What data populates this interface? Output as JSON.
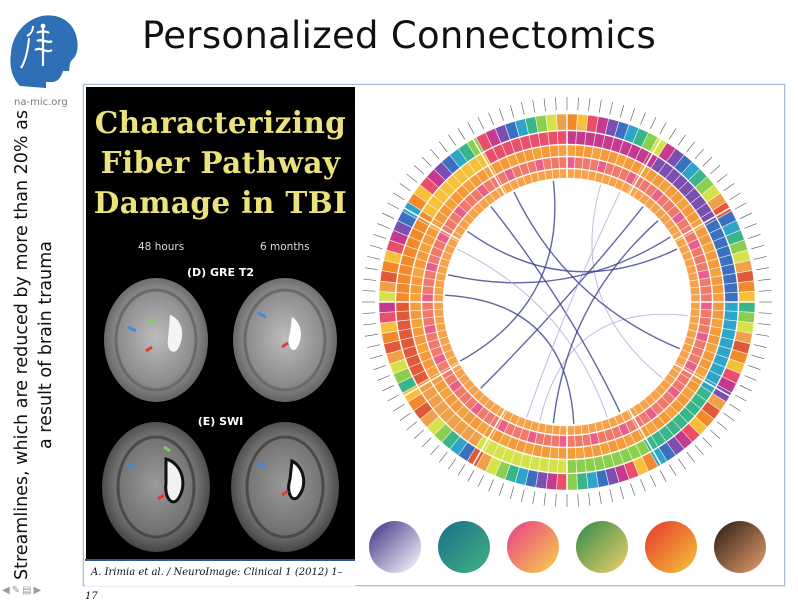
{
  "slide": {
    "title": "Personalized Connectomics",
    "side_caption": "Streamlines, which are reduced by more than 20% as a result of brain trauma",
    "logo_text": "na-mic.org"
  },
  "figure_left": {
    "headline_lines": [
      "Characterizing",
      "Fiber Pathway",
      "Damage in TBI"
    ],
    "time_labels": [
      "48 hours",
      "6 months"
    ],
    "panel_labels": [
      "(D) GRE T2",
      "(E) SWI"
    ],
    "citation": "A. Irimia et al. / NeuroImage: Clinical 1 (2012) 1–17"
  },
  "colors": {
    "headline": "#ece27d",
    "citation_rule": "#2c55a0",
    "logo_blue": "#2f6fb5",
    "chord": "#3a3f8f"
  },
  "nav_icons": [
    "arrow-left-icon",
    "pen-icon",
    "menu-icon",
    "arrow-right-icon"
  ]
}
